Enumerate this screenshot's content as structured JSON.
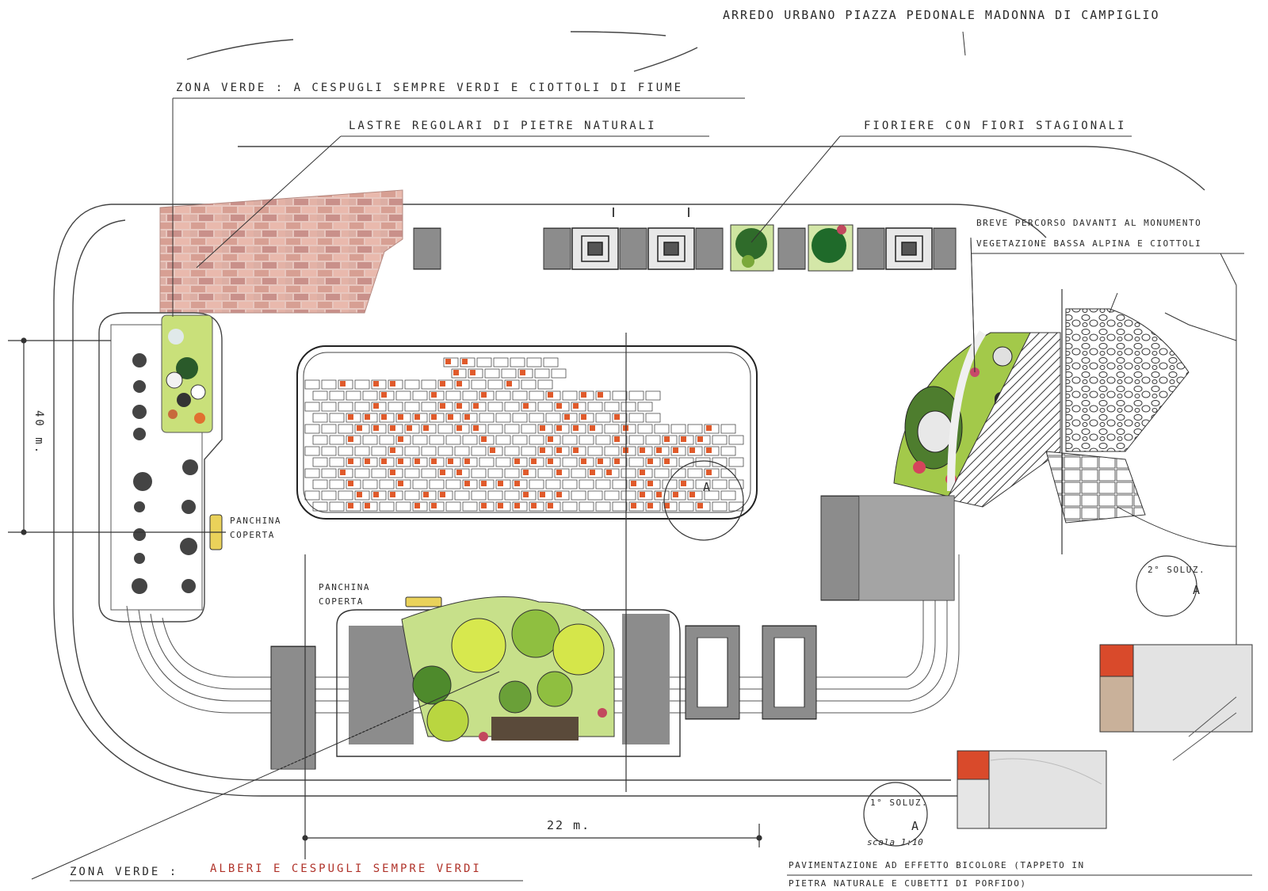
{
  "title": "ARREDO URBANO PIAZZA PEDONALE MADONNA DI CAMPIGLIO",
  "labels": {
    "zona_verde_top": "ZONA VERDE : A CESPUGLI SEMPRE VERDI E CIOTTOLI DI FIUME",
    "lastre": "LASTRE REGOLARI DI PIETRE NATURALI",
    "fioriere": "FIORIERE CON FIORI STAGIONALI",
    "breve_1": "BREVE PERCORSO DAVANTI AL MONUMENTO",
    "breve_2": "VEGETAZIONE BASSA ALPINA E CIOTTOLI",
    "panchina_1a": "PANCHINA",
    "panchina_1b": "COPERTA",
    "panchina_2a": "PANCHINA",
    "panchina_2b": "COPERTA",
    "dim_vertical": "40 m.",
    "dim_horizontal": "22 m.",
    "marker_a": "A",
    "sol1": "1° SOLUZ.",
    "sol1_scale": "scala 1:10",
    "sol1_letter": "A",
    "sol2": "2° SOLUZ.",
    "sol2_letter": "A",
    "zona_verde_bottom_black": "ZONA VERDE :",
    "zona_verde_bottom_red": "ALBERI E CESPUGLI SEMPRE VERDI",
    "pav_1": "PAVIMENTAZIONE AD EFFETTO BICOLORE (TAPPETO IN",
    "pav_2": "PIETRA NATURALE E CUBETTI DI PORFIDO)"
  },
  "colors": {
    "ink": "#2a2a2a",
    "red_ink": "#b0332a",
    "brick": "#e05a2b",
    "stone": "#d9a9a0",
    "greenery": "#9ccc30",
    "dark_green": "#2f6b2a",
    "hatch": "#555555"
  }
}
